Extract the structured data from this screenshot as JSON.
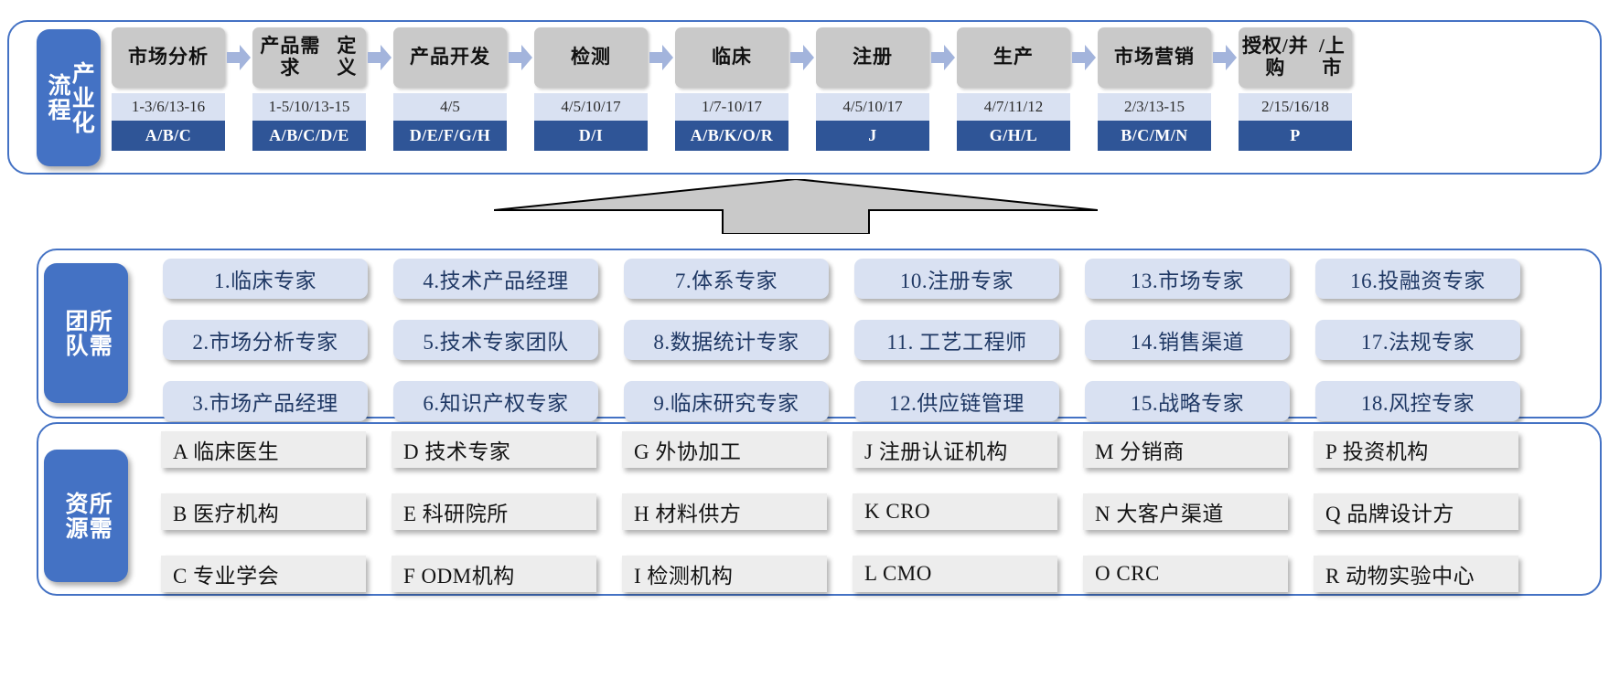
{
  "colors": {
    "panel_border": "#4472C4",
    "side_label_bg": "#4472C4",
    "stage_title_bg": "#C9C9C9",
    "stage_nums_bg": "#D9E1F2",
    "stage_res_bg": "#2F5597",
    "team_chip_bg": "#D9E1F2",
    "res_chip_bg": "#EDEDED",
    "arrow_fill": "#A3B4DC"
  },
  "process": {
    "side_label_col1": "产业化",
    "side_label_col2": "流程",
    "arrow_icon": "right-arrow-icon",
    "stages": [
      {
        "title": "市场\n分析",
        "numbers": "1-3/6/13-16",
        "resources": "A/B/C"
      },
      {
        "title": "产品需求\n定义",
        "numbers": "1-5/10/13-15",
        "resources": "A/B/C/D/E"
      },
      {
        "title": "产品\n开发",
        "numbers": "4/5",
        "resources": "D/E/F/G/H"
      },
      {
        "title": "检测",
        "numbers": "4/5/10/17",
        "resources": "D/I"
      },
      {
        "title": "临床",
        "numbers": "1/7-10/17",
        "resources": "A/B/K/O/R"
      },
      {
        "title": "注册",
        "numbers": "4/5/10/17",
        "resources": "J"
      },
      {
        "title": "生产",
        "numbers": "4/7/11/12",
        "resources": "G/H/L"
      },
      {
        "title": "市场\n营销",
        "numbers": "2/3/13-15",
        "resources": "B/C/M/N"
      },
      {
        "title": "授权/并购\n/上市",
        "numbers": "2/15/16/18",
        "resources": "P"
      }
    ]
  },
  "funnel": {
    "icon": "up-arrow-funnel-icon"
  },
  "team": {
    "side_label_col1": "所需",
    "side_label_col2": "团队",
    "items": [
      "1.临床专家",
      "4.技术产品经理",
      "7.体系专家",
      "10.注册专家",
      "13.市场专家",
      "16.投融资专家",
      "2.市场分析专家",
      "5.技术专家团队",
      "8.数据统计专家",
      "11. 工艺工程师",
      "14.销售渠道",
      "17.法规专家",
      "3.市场产品经理",
      "6.知识产权专家",
      "9.临床研究专家",
      "12.供应链管理",
      "15.战略专家",
      "18.风控专家"
    ]
  },
  "resources": {
    "side_label_col1": "所需",
    "side_label_col2": "资源",
    "items": [
      "A 临床医生",
      "D 技术专家",
      "G 外协加工",
      "J 注册认证机构",
      "M 分销商",
      "P 投资机构",
      "B 医疗机构",
      "E 科研院所",
      "H 材料供方",
      "K   CRO",
      "N 大客户渠道",
      "Q 品牌设计方",
      "C 专业学会",
      "F ODM机构",
      "I 检测机构",
      "L   CMO",
      "O   CRC",
      "R 动物实验中心"
    ]
  }
}
